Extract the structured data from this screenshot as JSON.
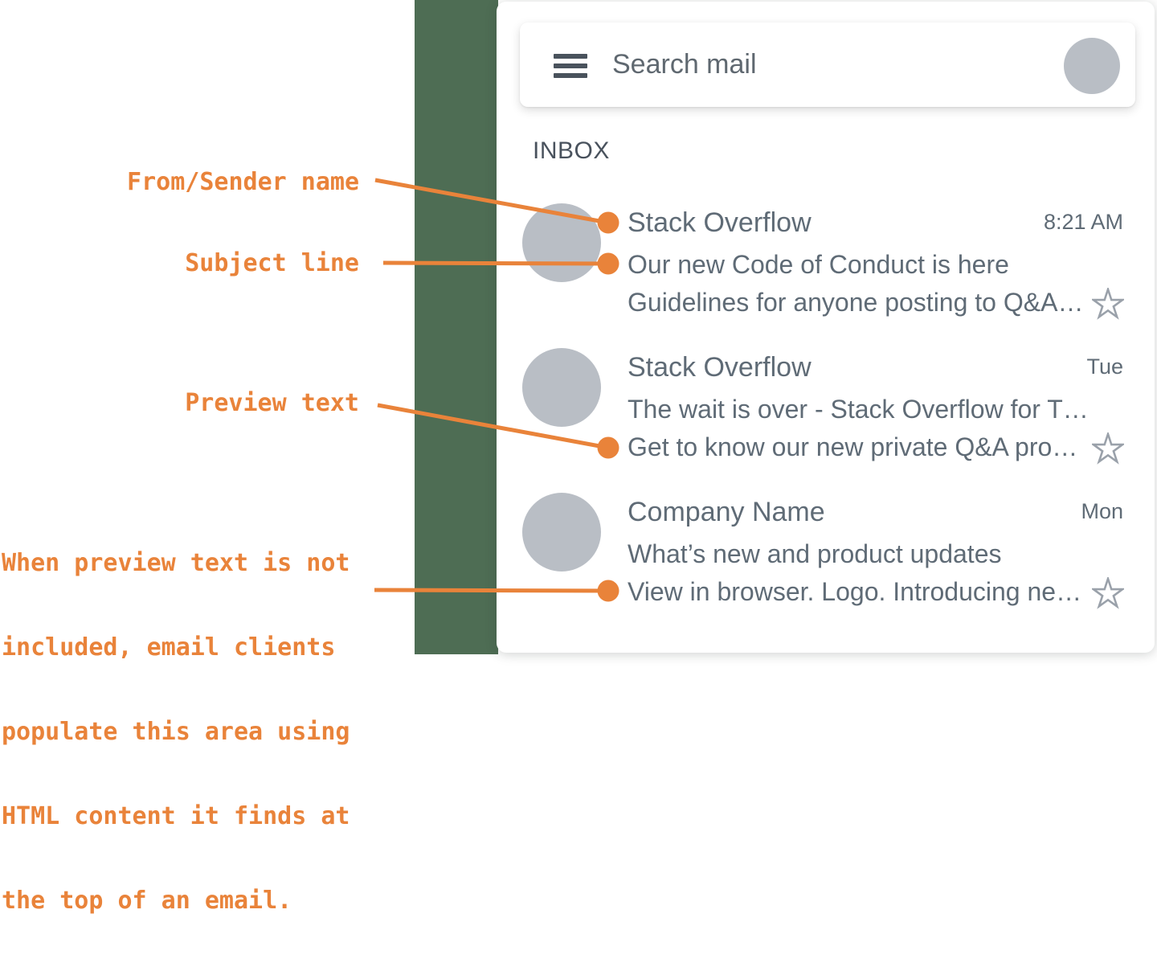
{
  "annotations": {
    "from_label": "From/Sender name",
    "subject_label": "Subject line",
    "preview_label": "Preview text",
    "paragraph_lines": [
      "When preview text is not",
      "included, email clients",
      "populate this area using",
      "HTML content it finds at",
      "the top of an email."
    ]
  },
  "client": {
    "search": {
      "placeholder": "Search mail"
    },
    "inbox_label": "INBOX",
    "emails": [
      {
        "sender": "Stack Overflow",
        "time": "8:21 AM",
        "subject": "Our new Code of Conduct is here",
        "preview": "Guidelines for anyone posting to Q&A…"
      },
      {
        "sender": "Stack Overflow",
        "time": "Tue",
        "subject": "The wait is over - Stack Overflow for T…",
        "preview": "Get to know our new private Q&A pro…"
      },
      {
        "sender": "Company Name",
        "time": "Mon",
        "subject": "What’s new and product updates",
        "preview": "View in browser. Logo. Introducing ne…"
      }
    ]
  },
  "colors": {
    "accent_orange": "#E9833A",
    "background_green": "#4E6D54",
    "email_text_gray": "#5F6B76",
    "inbox_label_gray": "#49525D",
    "avatar_gray": "#B9BEC5",
    "star_gray": "#9AA1AA"
  }
}
